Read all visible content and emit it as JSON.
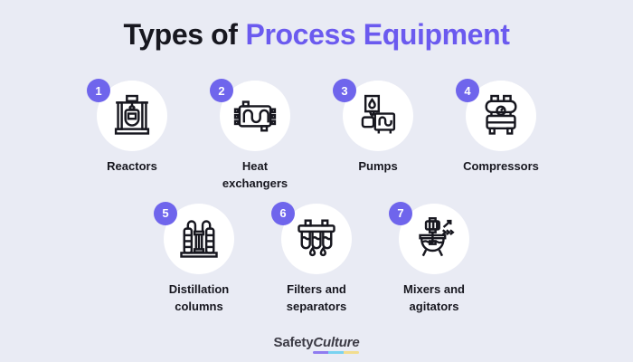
{
  "title": {
    "prefix": "Types of",
    "highlight": "Process Equipment"
  },
  "items": [
    {
      "number": "1",
      "label": "Reactors",
      "icon": "reactor-icon"
    },
    {
      "number": "2",
      "label": "Heat exchangers",
      "icon": "heat-exchanger-icon"
    },
    {
      "number": "3",
      "label": "Pumps",
      "icon": "pump-icon"
    },
    {
      "number": "4",
      "label": "Compressors",
      "icon": "compressor-icon"
    },
    {
      "number": "5",
      "label": "Distillation columns",
      "icon": "distillation-column-icon"
    },
    {
      "number": "6",
      "label": "Filters and separators",
      "icon": "filter-separator-icon"
    },
    {
      "number": "7",
      "label": "Mixers and agitators",
      "icon": "mixer-agitator-icon"
    }
  ],
  "footer": {
    "logo_part1": "Safety",
    "logo_part2": "Culture"
  },
  "colors": {
    "background": "#E9EBF4",
    "accent": "#6B5AEF",
    "badge": "#6F65EC",
    "circle": "#FFFFFF",
    "text": "#17171F",
    "logo_text": "#3C3B45",
    "logo_underline": [
      "#8F7CF0",
      "#79D2F0",
      "#F2DD8F"
    ]
  }
}
